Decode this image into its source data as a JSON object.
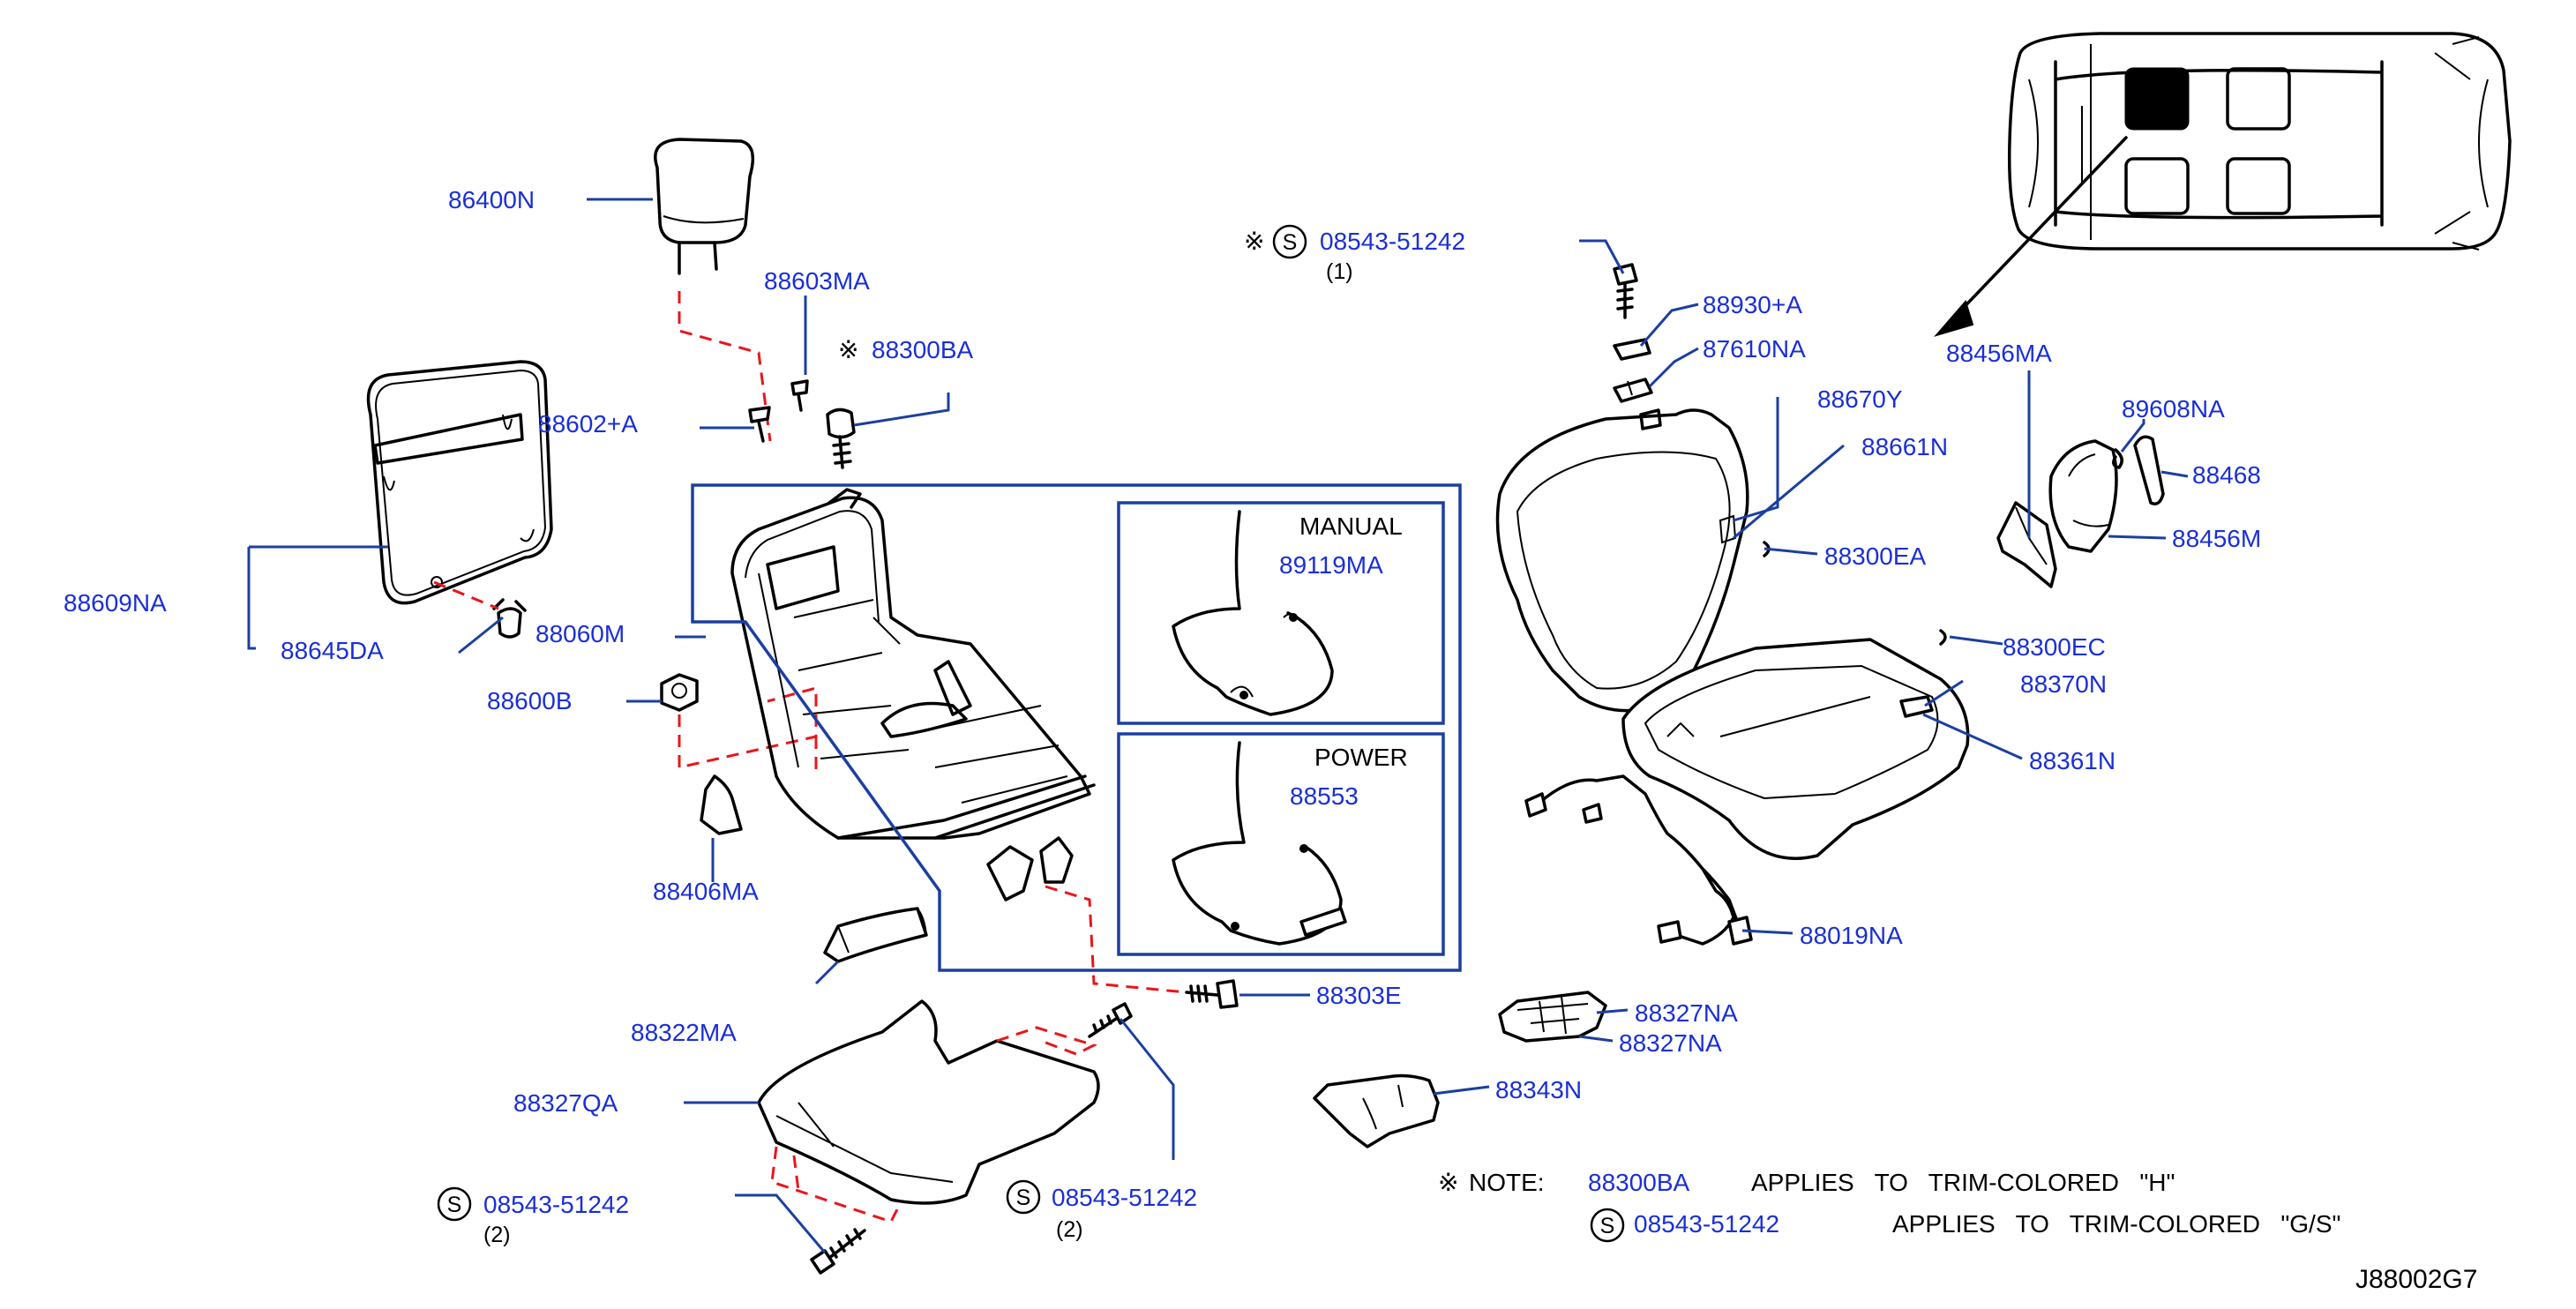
{
  "parts": {
    "headrest": "86400N",
    "clip_88603": "88603MA",
    "bolt_88300": "88300BA",
    "pin_88602": "88602+A",
    "back_board": "88609NA",
    "back_board_sub": "88645DA",
    "clip_88060": "88060M",
    "frame": "88600B",
    "bracket_88406": "88406MA",
    "trim_88322": "88322MA",
    "cover_88327qa": "88327QA",
    "manual_harness": "89119MA",
    "power_harness": "88553",
    "bolt_88303": "88303E",
    "screw_top": "08543-51242",
    "clip_88930": "88930+A",
    "clip_87610": "87610NA",
    "back_trim": "88670Y",
    "back_pad": "88661N",
    "ring_88300ea": "88300EA",
    "ring_88300ec": "88300EC",
    "cushion_trim": "88370N",
    "cushion_pad": "88361N",
    "seat_harness": "88019NA",
    "cover_88327na_1": "88327NA",
    "cover_88327na_2": "88327NA",
    "cover_88343": "88343N",
    "hinge_cover": "88456MA",
    "clip_89608": "89608NA",
    "knob_88468": "88468",
    "hinge_cover_2": "88456M",
    "screw_left": "08543-51242",
    "screw_mid": "08543-51242"
  },
  "qty": {
    "screw_top": "(1)",
    "screw_left": "(2)",
    "screw_mid": "(2)"
  },
  "symbols": {
    "kome": "※",
    "s_mark": "S"
  },
  "inset": {
    "manual_title": "MANUAL",
    "power_title": "POWER"
  },
  "note": {
    "prefix": "NOTE:",
    "line1_part": "88300BA",
    "line1_text": "APPLIES   TO   TRIM-COLORED   \"H\"",
    "line2_part": "08543-51242",
    "line2_text": "APPLIES   TO   TRIM-COLORED   \"G/S\""
  },
  "diagram_id": "J88002G7",
  "colors": {
    "label": "#1a2fd6",
    "leader": "#1b3fa0",
    "dash": "#e8161b",
    "line": "#000000"
  }
}
